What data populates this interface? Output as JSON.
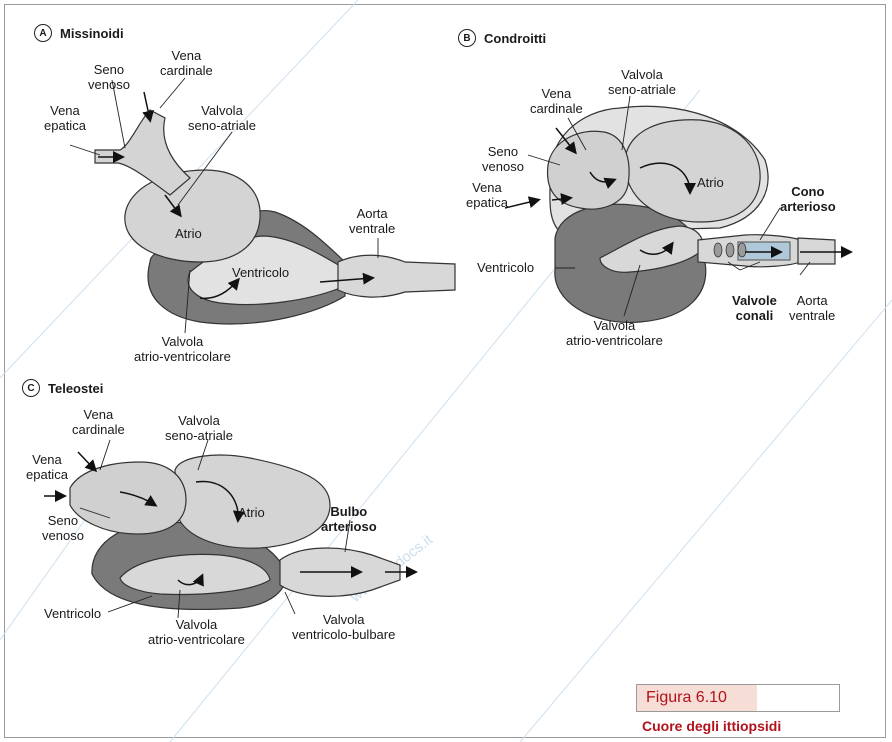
{
  "panels": {
    "a": {
      "letter": "A",
      "title": "Missinoidi",
      "labels": {
        "seno_venoso": "Seno\nvenoso",
        "vena_cardinale": "Vena\ncardinale",
        "vena_epatica": "Vena\nepatica",
        "valvola_seno_atriale": "Valvola\nseno-atriale",
        "atrio": "Atrio",
        "aorta_ventrale": "Aorta\nventrale",
        "ventricolo": "Ventricolo",
        "valvola_atrio_ventricolare": "Valvola\natrio-ventricolare"
      }
    },
    "b": {
      "letter": "B",
      "title": "Condroitti",
      "labels": {
        "vena_cardinale": "Vena\ncardinale",
        "valvola_seno_atriale": "Valvola\nseno-atriale",
        "seno_venoso": "Seno\nvenoso",
        "vena_epatica": "Vena\nepatica",
        "atrio": "Atrio",
        "cono_arterioso": "Cono\narterioso",
        "ventricolo": "Ventricolo",
        "valvole_conali": "Valvole\nconali",
        "aorta_ventrale": "Aorta\nventrale",
        "valvola_atrio_ventricolare": "Valvola\natrio-ventricolare"
      }
    },
    "c": {
      "letter": "C",
      "title": "Teleostei",
      "labels": {
        "vena_cardinale": "Vena\ncardinale",
        "valvola_seno_atriale": "Valvola\nseno-atriale",
        "vena_epatica": "Vena\nepatica",
        "atrio": "Atrio",
        "bulbo_arterioso": "Bulbo\narterioso",
        "seno_venoso": "Seno\nvenoso",
        "ventricolo": "Ventricolo",
        "valvola_atrio_ventricolare": "Valvola\natrio-ventricolare",
        "valvola_ventricolo_bulbare": "Valvola\nventricolo-bulbare"
      }
    }
  },
  "figure": {
    "label": "Figura 6.10",
    "caption": "Cuore degli ittiopsidi"
  },
  "watermark": "www.unidocs.it",
  "colors": {
    "light_tissue": "#d8d8d8",
    "dark_tissue": "#7a7a7a",
    "figure_accent": "#b2121b",
    "figure_label_bg": "#f6ddd5",
    "blood_flow_highlight": "#9fc3dc"
  }
}
